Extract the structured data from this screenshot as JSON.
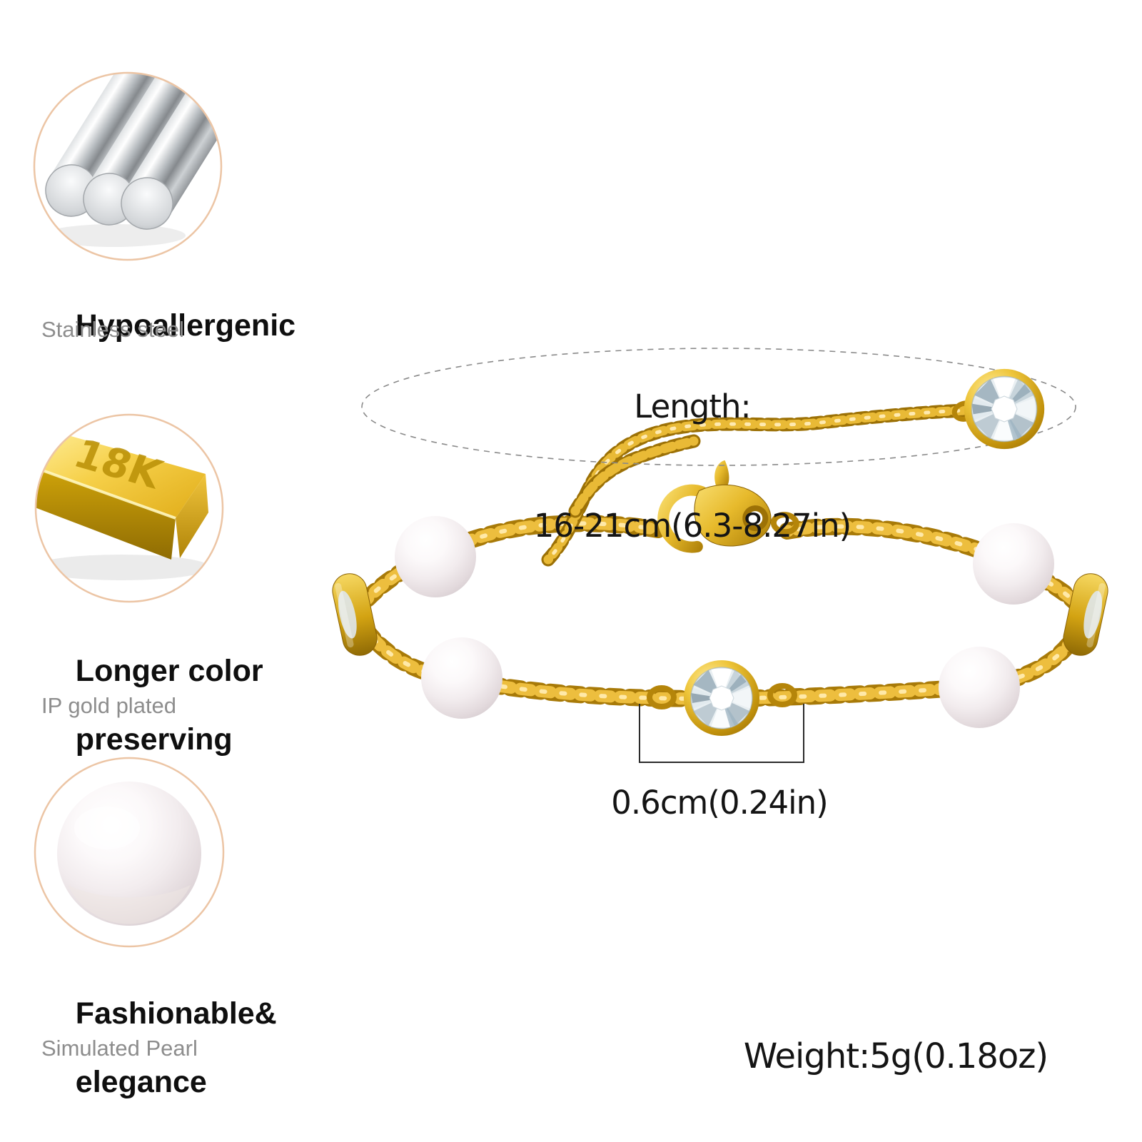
{
  "features": [
    {
      "id": "hypoallergenic",
      "image": "steel-rods",
      "title_lines": [
        "Hypoallergenic"
      ],
      "subtitle": "Stainless steel"
    },
    {
      "id": "color-preserving",
      "image": "gold-bar",
      "bar_text": "18K",
      "title_lines": [
        "Longer color",
        "preserving"
      ],
      "subtitle": "IP gold plated"
    },
    {
      "id": "fashionable",
      "image": "pearl",
      "title_lines": [
        "Fashionable&",
        "elegance"
      ],
      "subtitle": "Simulated Pearl"
    }
  ],
  "annotations": {
    "length_label": "Length:",
    "length_value": "16-21cm(6.3-8.27in)",
    "stone_size": "0.6cm(0.24in)",
    "weight": "Weight:5g(0.18oz)"
  },
  "colors": {
    "background": "#ffffff",
    "gold_light": "#f6cf5d",
    "gold_mid": "#d59e14",
    "gold_dark": "#a87a08",
    "pearl": "#f2edee",
    "circle_border": "#ecc5a5",
    "heading_text": "#0f0f0f",
    "subtext": "#8d8d8d",
    "measure_text": "#141414",
    "dash_line": "#8a8a8a"
  }
}
